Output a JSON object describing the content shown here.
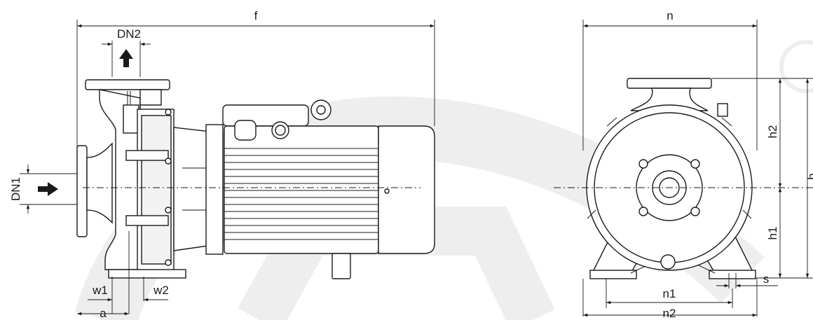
{
  "colors": {
    "line": "#1a1a1a",
    "background": "#ffffff",
    "watermark": "#eeeeee"
  },
  "side_view": {
    "labels": {
      "f": "f",
      "dn2": "DN2",
      "dn1": "DN1",
      "w1": "w1",
      "w2": "w2",
      "a": "a"
    }
  },
  "front_view": {
    "labels": {
      "n": "n",
      "h2": "h2",
      "h": "h",
      "h1": "h1",
      "s": "s",
      "n1": "n1",
      "n2": "n2"
    }
  }
}
